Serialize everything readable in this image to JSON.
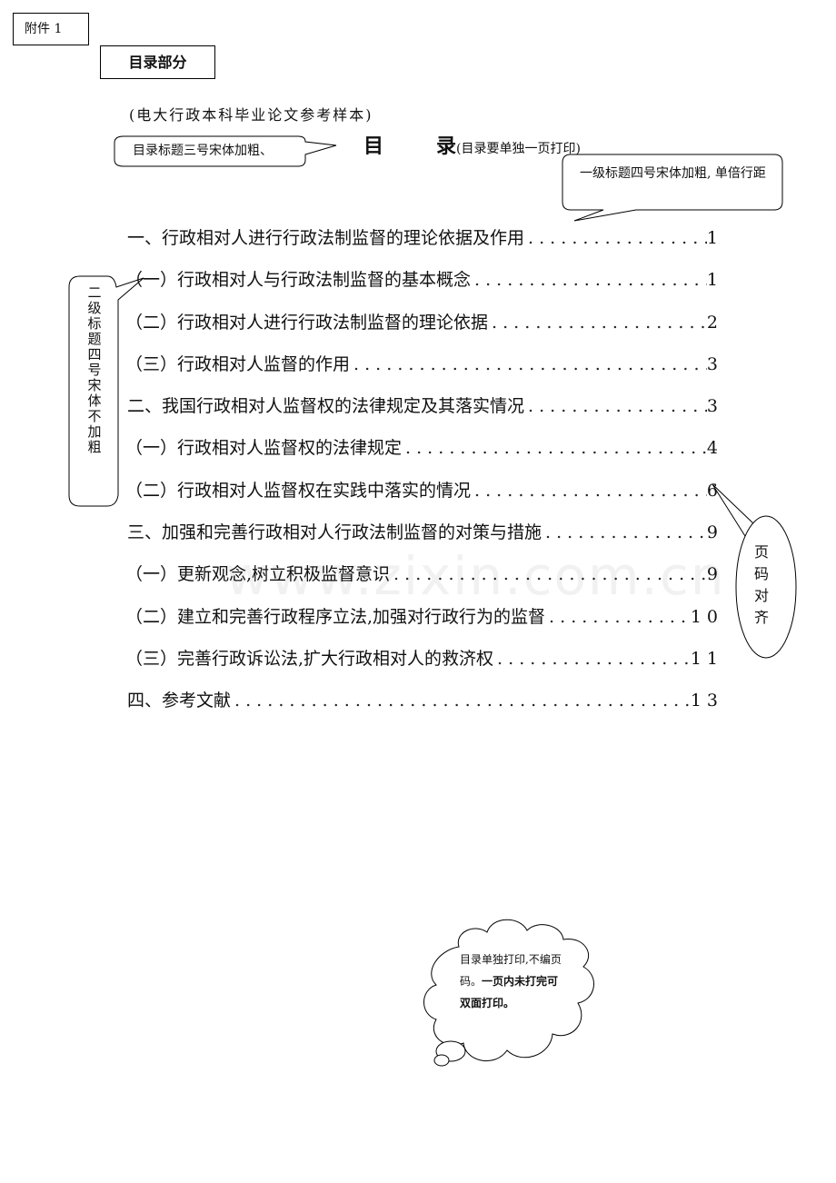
{
  "header": {
    "attachment_label": "附件 1",
    "section_label": "目录部分",
    "sample_line": "(电大行政本科毕业论文参考样本)"
  },
  "toc_title": {
    "char1": "目",
    "char2": "录",
    "note": "(目录要单独一页打印)"
  },
  "annotations": {
    "title_format": "目录标题三号宋体加粗、",
    "level1_format": "一级标题四号宋体加粗, 单倍行距",
    "level2_format": "二级标题四号宋体不加粗",
    "page_align": "页码对齐",
    "print_note_normal": "目录单独打印,不编页码。",
    "print_note_bold": "一页内未打完可双面打印。"
  },
  "toc": [
    {
      "label": "一、行政相对人进行行政法制监督的理论依据及作用",
      "page": "1",
      "level": 1
    },
    {
      "label": "（一）行政相对人与行政法制监督的基本概念",
      "page": "1",
      "level": 2
    },
    {
      "label": "（二）行政相对人进行行政法制监督的理论依据",
      "page": "2",
      "level": 2
    },
    {
      "label": "（三）行政相对人监督的作用",
      "page": "3",
      "level": 2
    },
    {
      "label": "二、我国行政相对人监督权的法律规定及其落实情况",
      "page": "3",
      "level": 1
    },
    {
      "label": "（一）行政相对人监督权的法律规定",
      "page": "4",
      "level": 2
    },
    {
      "label": "（二）行政相对人监督权在实践中落实的情况",
      "page": "6",
      "level": 2
    },
    {
      "label": "三、加强和完善行政相对人行政法制监督的对策与措施",
      "page": "9",
      "level": 1
    },
    {
      "label": "（一）更新观念,树立积极监督意识",
      "page": "9",
      "level": 2
    },
    {
      "label": "（二）建立和完善行政程序立法,加强对行政行为的监督",
      "page": "10",
      "level": 2
    },
    {
      "label": "（三）完善行政诉讼法,扩大行政相对人的救济权",
      "page": "11",
      "level": 2
    },
    {
      "label": "四、参考文献",
      "page": "13",
      "level": 1
    }
  ],
  "watermark": "www.zixin.com.cn"
}
